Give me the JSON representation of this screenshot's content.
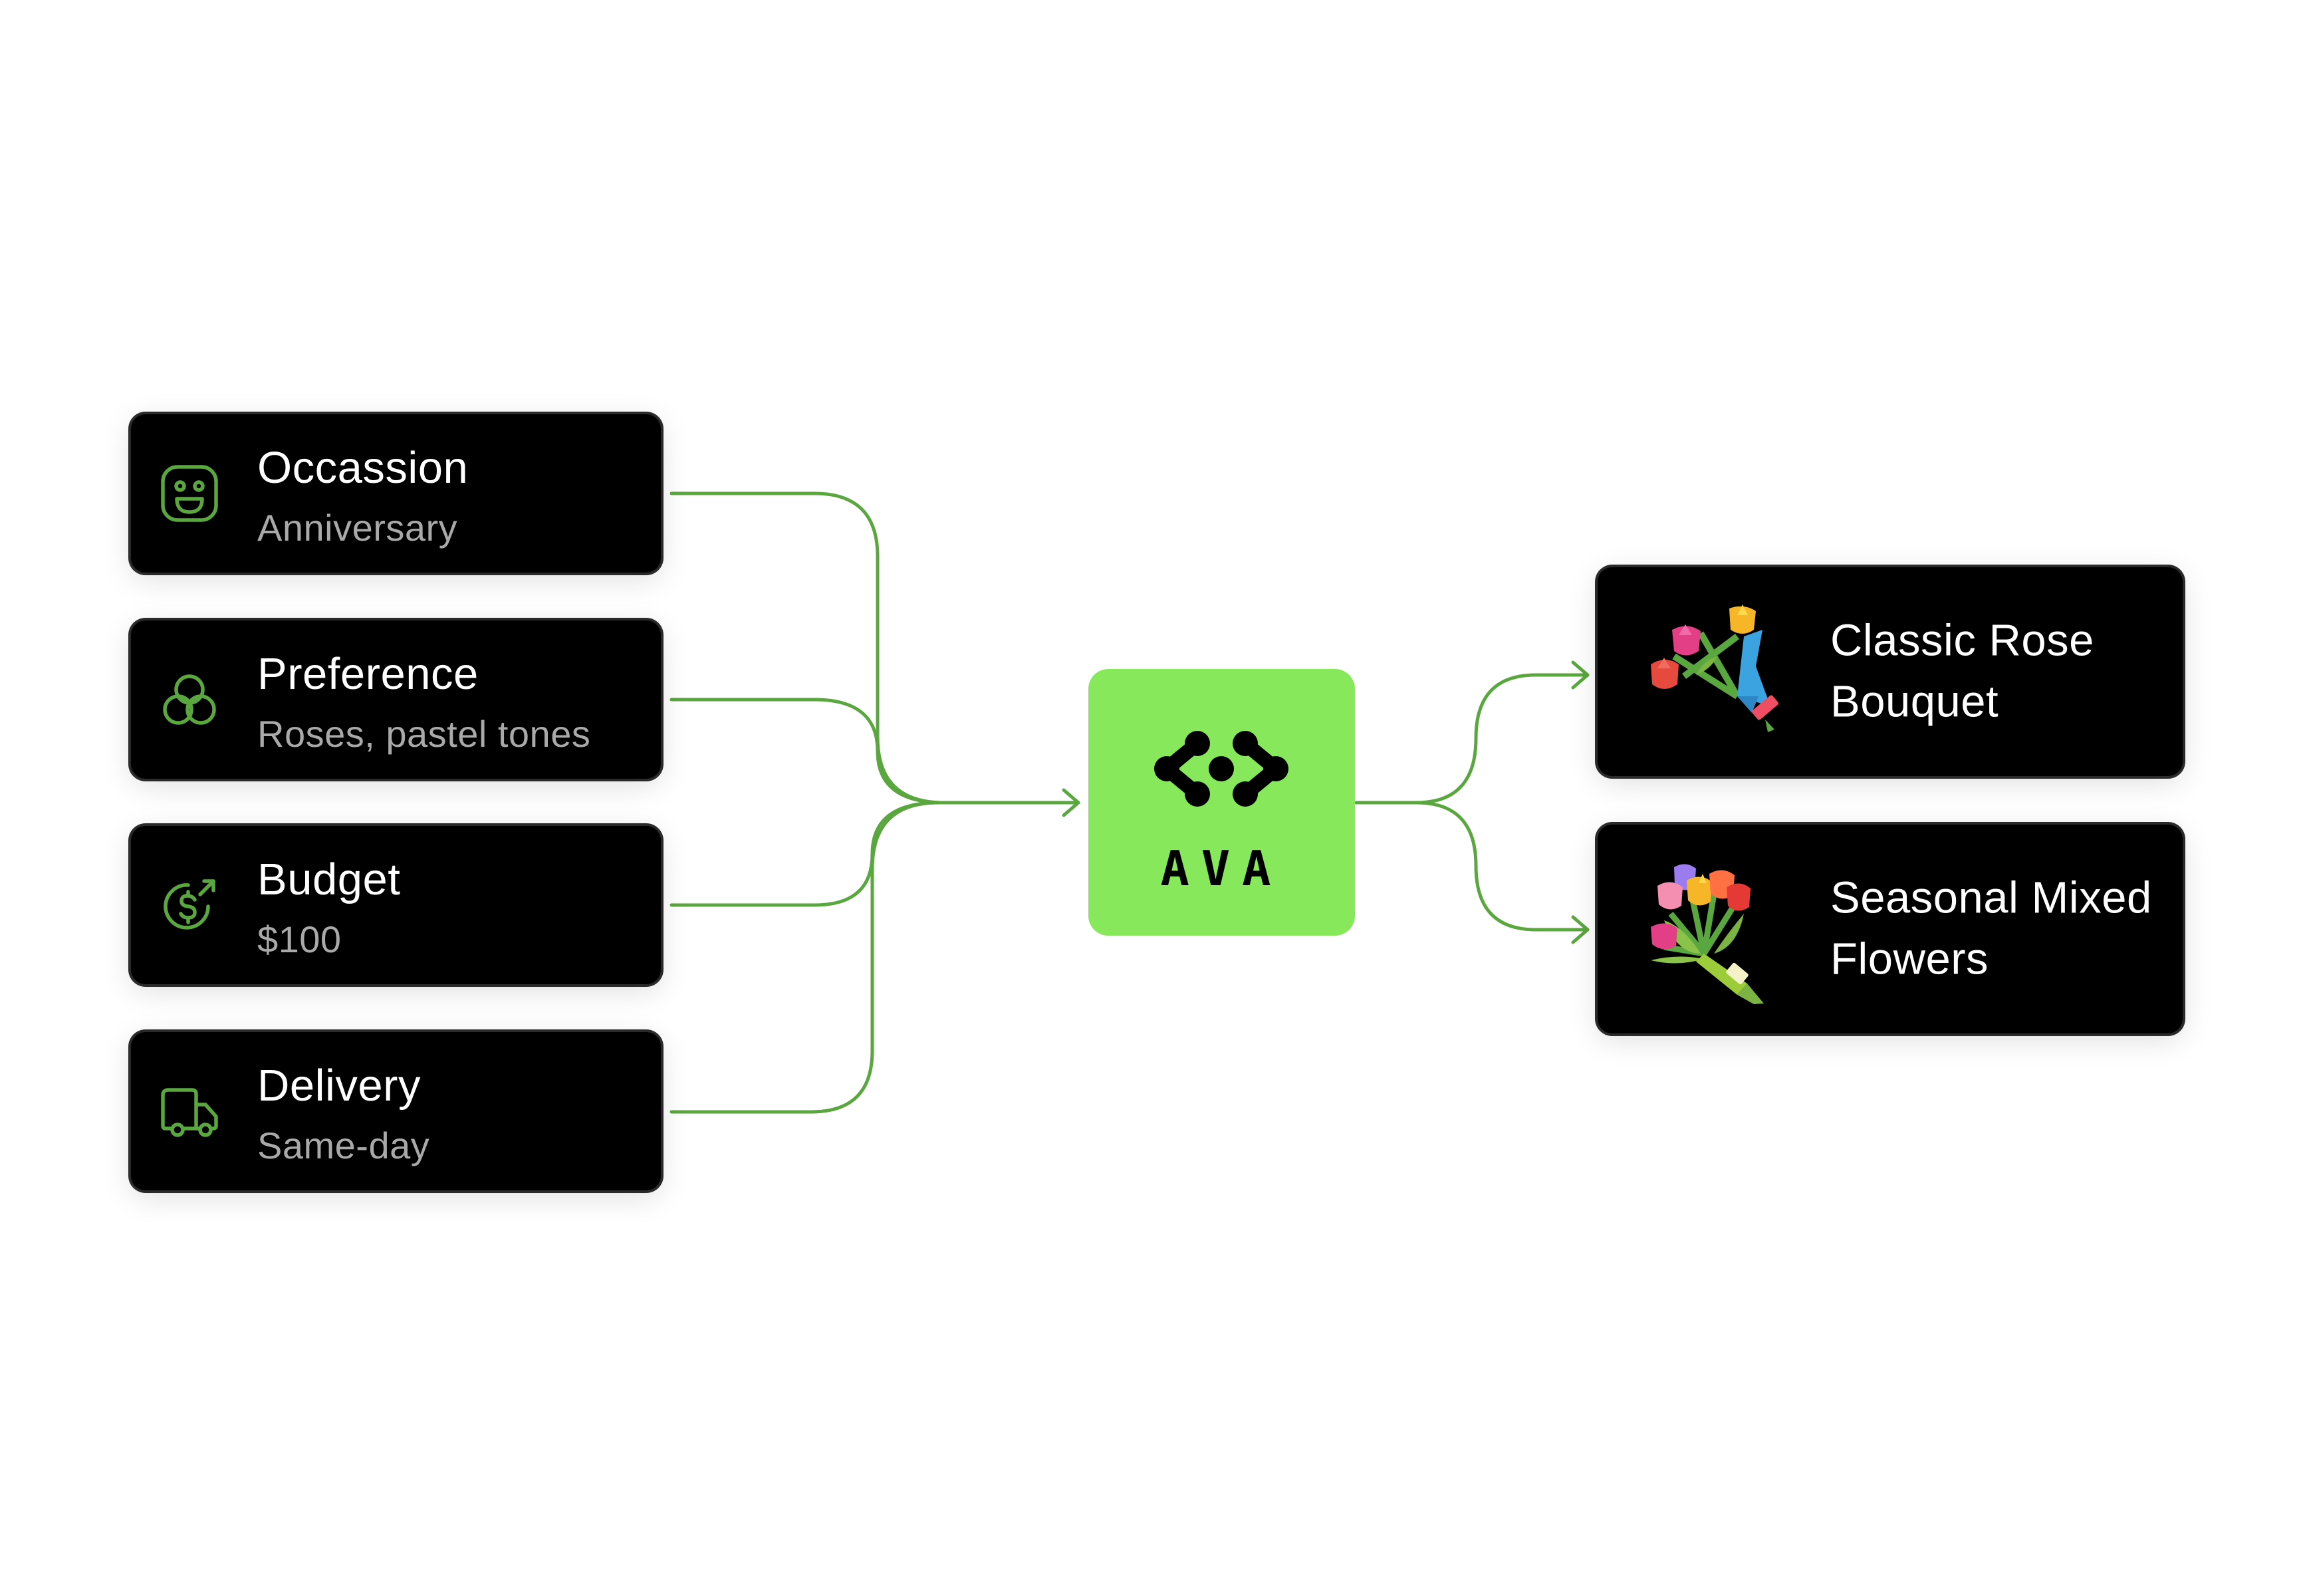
{
  "colors": {
    "accent": "#86e85a",
    "connector": "#5aa63f",
    "icon_stroke": "#5aa63f",
    "card_bg": "#000000",
    "card_text": "#ffffff",
    "card_subtext": "#a9a9a9"
  },
  "inputs": [
    {
      "title": "Occassion",
      "value": "Anniversary",
      "icon": "smiley-face-icon"
    },
    {
      "title": "Preference",
      "value": "Roses, pastel tones",
      "icon": "three-circles-icon"
    },
    {
      "title": "Budget",
      "value": "$100",
      "icon": "dollar-growth-icon"
    },
    {
      "title": "Delivery",
      "value": "Same-day",
      "icon": "delivery-truck-icon"
    }
  ],
  "hub": {
    "label": "AVA",
    "icon": "ava-logo-icon"
  },
  "outputs": [
    {
      "title": "Classic Rose Bouquet",
      "icon": "rose-bouquet-icon"
    },
    {
      "title": "Seasonal Mixed Flowers",
      "icon": "mixed-flowers-bouquet-icon"
    }
  ]
}
